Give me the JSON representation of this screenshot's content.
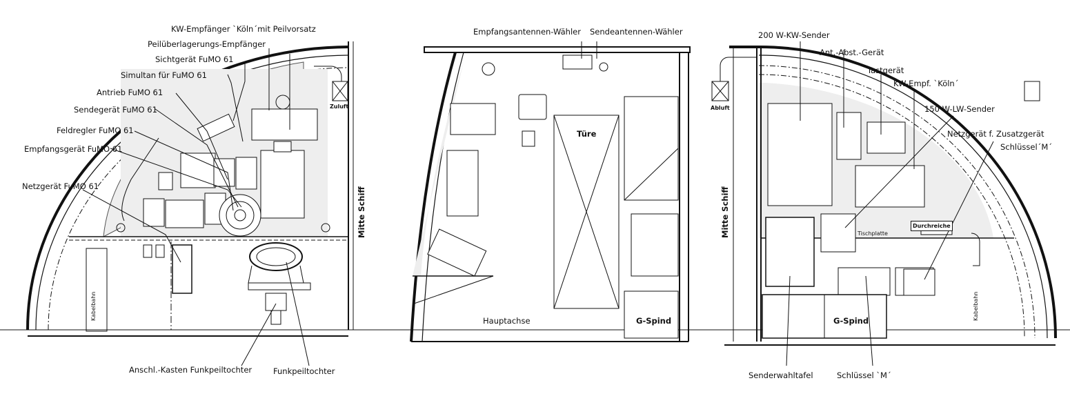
{
  "left_section": {
    "labels": {
      "kw_empfaenger": "KW-Empfänger `Köln´mit Peilvorsatz",
      "peilueberlagerung": "Peilüberlagerungs-Empfänger",
      "sichtgeraet": "Sichtgerät  FuMO 61",
      "simultan": "Simultan für FuMO 61",
      "antrieb": "Antrieb FuMO 61",
      "sendegeraet": "Sendegerät FuMO 61",
      "feldregler": "Feldregler FuMO 61",
      "empfangsgeraet": "Empfangsgerät FuMO 61",
      "netzgeraet": "Netzgerät FuMO 61",
      "zuluft": "Zuluft",
      "mitte_schiff": "Mitte Schiff",
      "kabelbahn": "Kabelbahn",
      "anschl_kasten": "Anschl.-Kasten Funkpeiltochter",
      "funkpeiltochter": "Funkpeiltochter"
    }
  },
  "middle_section": {
    "labels": {
      "empfangsantennen": "Empfangsantennen-Wähler",
      "sendeantennen": "Sendeantennen-Wähler",
      "tuere": "Türe",
      "hauptachse": "Hauptachse",
      "g_spind": "G-Spind"
    }
  },
  "right_section": {
    "labels": {
      "sender_200": "200 W-KW-Sender",
      "ant_abst": "Ant.-Abst.-Gerät",
      "tastgeraet": "Tastgerät",
      "kw_empf": "KW-Empf. `Köln´",
      "sender_150": "150 W-LW-Sender",
      "netzgeraet_zusatz": "Netzgerät f. Zusatzgerät",
      "schluessel_top": "Schlüssel´M´",
      "abluft": "Abluft",
      "mitte_schiff": "Mitte Schiff",
      "tischplatte": "Tischplatte",
      "durchreiche": "Durchreiche",
      "kabelbahn": "Kabelbahn",
      "g_spind": "G-Spind",
      "senderwahltafel": "Senderwahltafel",
      "schluessel_bottom": "Schlüssel `M´"
    }
  }
}
